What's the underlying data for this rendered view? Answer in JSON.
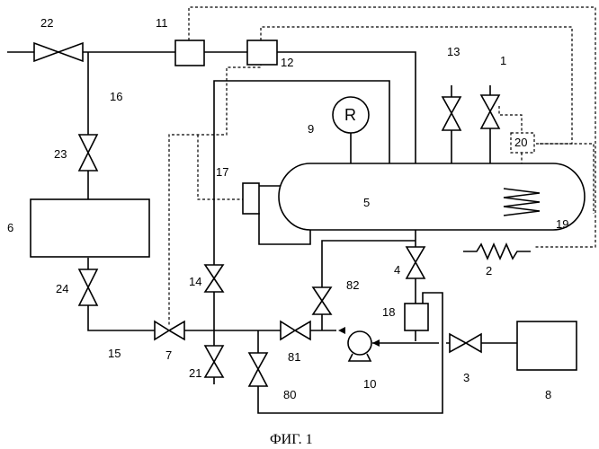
{
  "caption": "ФИГ. 1",
  "gauge_letter": "R",
  "labels": {
    "l1": "1",
    "l2": "2",
    "l3": "3",
    "l4": "4",
    "l5": "5",
    "l6": "6",
    "l7": "7",
    "l8": "8",
    "l9": "9",
    "l10": "10",
    "l11": "11",
    "l12": "12",
    "l13": "13",
    "l14": "14",
    "l15": "15",
    "l16": "16",
    "l17": "17",
    "l18": "18",
    "l19": "19",
    "l20": "20",
    "l21": "21",
    "l22": "22",
    "l23": "23",
    "l24": "24",
    "l80": "80",
    "l81": "81",
    "l82": "82"
  }
}
